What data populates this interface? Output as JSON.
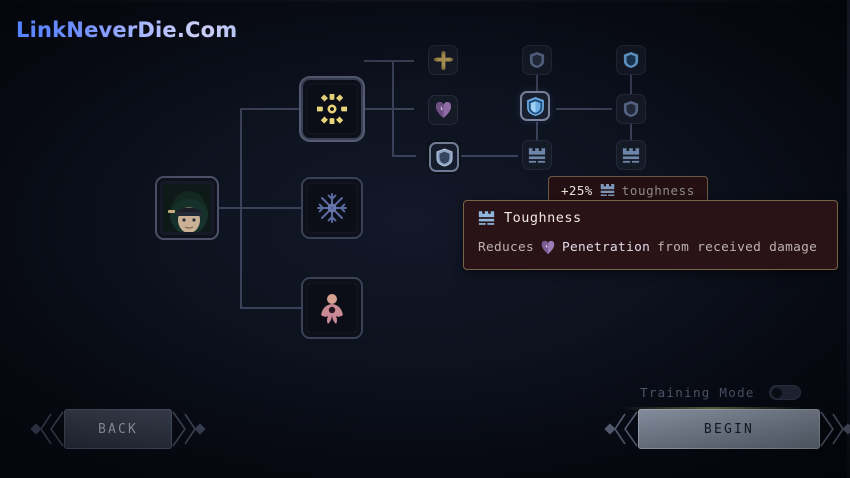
{
  "watermark": {
    "text": "LinkNeverDie.Com"
  },
  "screen": {
    "background_hex": "#0b0e18",
    "link_color_hex": "#3a4259"
  },
  "tree": {
    "portrait": {
      "name": "character-portrait",
      "hair_hex": "#1e3a2c",
      "skin_hex": "#d8c3a8"
    },
    "class_nodes": [
      {
        "id": "gold-burst",
        "icon": "asterisk-burst-icon",
        "color_hex": "#e8d37a",
        "state": "selected"
      },
      {
        "id": "blue-snowflake",
        "icon": "snowflake-icon",
        "color_hex": "#5a6a9e",
        "state": "locked"
      },
      {
        "id": "pink-figure",
        "icon": "figure-icon",
        "color_hex": "#c98a95",
        "state": "locked"
      }
    ],
    "skill_nodes": [
      {
        "id": "cross",
        "icon": "cross-icon",
        "color_hex": "#b39a55",
        "state": "owned",
        "col": 1,
        "row": 0
      },
      {
        "id": "penetration",
        "icon": "penetration-heart-icon",
        "color_hex": "#8f6ba6",
        "state": "owned",
        "col": 1,
        "row": 1
      },
      {
        "id": "shield-small",
        "icon": "shield-icon",
        "color_hex": "#8fa3c4",
        "state": "selected",
        "col": 1,
        "row": 2
      },
      {
        "id": "shield-top-c2",
        "icon": "shield-icon",
        "color_hex": "#5b6b8c",
        "state": "locked",
        "col": 2,
        "row": 0
      },
      {
        "id": "shield-active",
        "icon": "shield-icon",
        "color_hex": "#6fb0e8",
        "state": "active",
        "col": 2,
        "row": 1
      },
      {
        "id": "toughness-c2",
        "icon": "toughness-crown-icon",
        "color_hex": "#6d86a8",
        "state": "locked",
        "col": 2,
        "row": 2
      },
      {
        "id": "shield-top-c3",
        "icon": "shield-icon",
        "color_hex": "#6fb0e8",
        "state": "locked",
        "col": 3,
        "row": 0
      },
      {
        "id": "shield-mid-c3",
        "icon": "shield-icon",
        "color_hex": "#5b6b8c",
        "state": "locked",
        "col": 3,
        "row": 1
      },
      {
        "id": "toughness-c3",
        "icon": "toughness-crown-icon",
        "color_hex": "#6d86a8",
        "state": "locked",
        "col": 3,
        "row": 2
      }
    ]
  },
  "stat_chip": {
    "value": "+25%",
    "icon": "toughness-crown-icon",
    "label": "toughness"
  },
  "tooltip": {
    "icon": "toughness-crown-icon",
    "title": "Toughness",
    "desc_before": "Reduces",
    "desc_icon": "penetration-heart-icon",
    "desc_highlight": "Penetration",
    "desc_after": "from received damage",
    "background_hex": "#2a1317",
    "border_hex": "#7a6448"
  },
  "bottom": {
    "back_label": "BACK",
    "begin_label": "BEGIN",
    "training_label": "Training Mode",
    "training_enabled": false
  }
}
